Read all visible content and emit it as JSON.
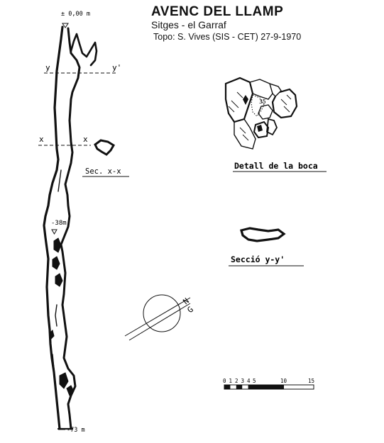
{
  "header": {
    "title": "AVENC DEL LLAMP",
    "subtitle": "Sitges - el Garraf",
    "author_line": "Topo: S. Vives (SIS - CET)  27-9-1970"
  },
  "profile": {
    "depth_top": "± 0,00 m",
    "depth_mid": "-38m",
    "depth_bottom": "-73 m",
    "section_y_left": "y",
    "section_y_right": "y'",
    "section_x_left": "x",
    "section_x_right": "x"
  },
  "captions": {
    "sec_xx": "Sec. x-x",
    "detail_mouth": "Detall de la boca",
    "sec_yy": "Secció y-y'",
    "mouth_number": "35"
  },
  "compass": {
    "north_label": "N",
    "geo_label": "G"
  },
  "scale": {
    "ticks": [
      "0",
      "1",
      "2",
      "3",
      "4",
      "5",
      "10",
      "15"
    ]
  }
}
